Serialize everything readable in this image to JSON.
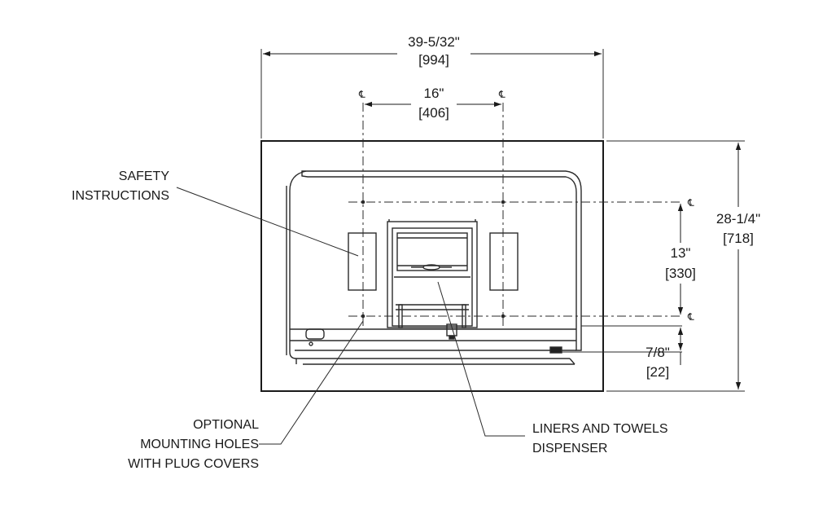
{
  "dimensions": {
    "overall_width": {
      "in": "39-5/32\"",
      "mm": "[994]"
    },
    "hole_spacing_horizontal": {
      "in": "16\"",
      "mm": "[406]"
    },
    "overall_height": {
      "in": "28-1/4\"",
      "mm": "[718]"
    },
    "hole_spacing_vertical": {
      "in": "13\"",
      "mm": "[330]"
    },
    "bottom_offset": {
      "in": "7/8\"",
      "mm": "[22]"
    }
  },
  "centerline_symbol": "℄",
  "callouts": {
    "safety": [
      "SAFETY",
      "INSTRUCTIONS"
    ],
    "mounting": [
      "OPTIONAL",
      "MOUNTING HOLES",
      "WITH PLUG COVERS"
    ],
    "dispenser": [
      "LINERS AND TOWELS",
      "DISPENSER"
    ]
  },
  "colors": {
    "line": "#2a2a2a",
    "fill_dark": "#222222",
    "background": "#ffffff"
  }
}
